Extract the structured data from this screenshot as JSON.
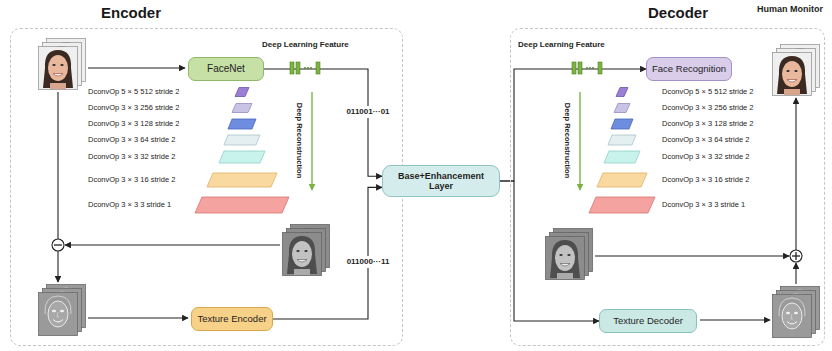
{
  "diagram": {
    "nodes": [
      {
        "text": [
          "Encoder"
        ]
      },
      {
        "text": [
          "FaceNet"
        ],
        "in": 0
      },
      {
        "text": [
          "Texture Encoder"
        ],
        "in": 0
      },
      {
        "text": [
          "Base+Enhancement Layer"
        ]
      },
      {
        "text": [
          "Decoder"
        ]
      },
      {
        "text": [
          "Face Recognition"
        ],
        "in": 4
      },
      {
        "text": [
          "Texture Decoder"
        ],
        "in": 4
      }
    ],
    "edges": [
      {
        "from": 1,
        "to": 3,
        "arrow": "to",
        "label": "011001···01"
      },
      {
        "from": 2,
        "to": 3,
        "arrow": "to",
        "label": "011000···11"
      },
      {
        "from": 3,
        "to": 5,
        "arrow": "to"
      },
      {
        "from": 3,
        "to": 6,
        "arrow": "to"
      }
    ],
    "labels": [
      "Deep Learning Feature",
      "Deep Reconstruction",
      "DconvOp 5 × 5 512 stride 2",
      "DconvOp 3 × 3 256 stride 2",
      "DconvOp 3 × 3 128 stride 2",
      "DconvOp 3 × 3 64 stride 2",
      "DconvOp 3 × 3 32 stride 2",
      "DconvOp 3 × 3 16 stride 2",
      "DconvOp 3 × 3 3 stride 1",
      "Deep Learning Feature",
      "Deep Reconstruction",
      "DconvOp 5 × 5 512 stride 2",
      "DconvOp 3 × 3 256 stride 2",
      "DconvOp 3 × 3 128 stride 2",
      "DconvOp 3 × 3 64 stride 2",
      "DconvOp 3 × 3 32 stride 2",
      "DconvOp 3 × 3 16 stride 2",
      "DconvOp 3 × 3 3 stride 1",
      "Human Monitor"
    ]
  }
}
